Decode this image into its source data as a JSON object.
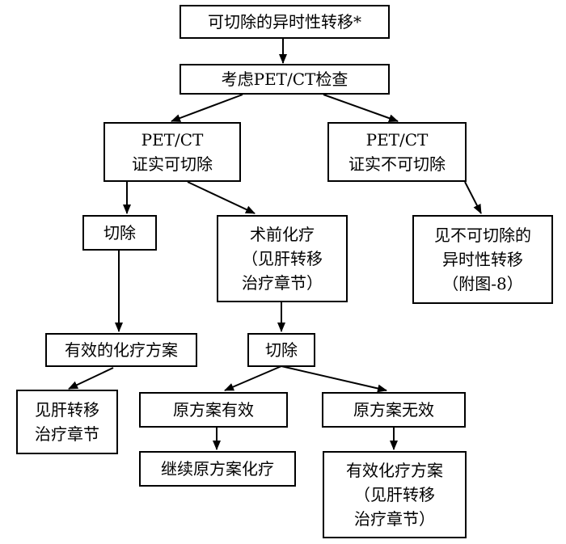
{
  "nodes": {
    "start": {
      "lines": [
        "可切除的异时性转移*"
      ]
    },
    "petct_check": {
      "lines": [
        "考虑PET/CT检查"
      ]
    },
    "petct_resectable": {
      "lines": [
        "PET/CT",
        "证实可切除"
      ]
    },
    "petct_unresectable": {
      "lines": [
        "PET/CT",
        "证实不可切除"
      ]
    },
    "resect_1": {
      "lines": [
        "切除"
      ]
    },
    "neoadjuvant": {
      "lines": [
        "术前化疗",
        "（见肝转移",
        "治疗章节）"
      ]
    },
    "see_unresectable": {
      "lines": [
        "见不可切除的",
        "异时性转移",
        "（附图-8）"
      ]
    },
    "effective_regimen": {
      "lines": [
        "有效的化疗方案"
      ]
    },
    "resect_2": {
      "lines": [
        "切除"
      ]
    },
    "see_liver_1": {
      "lines": [
        "见肝转移",
        "治疗章节"
      ]
    },
    "original_effective": {
      "lines": [
        "原方案有效"
      ]
    },
    "original_ineffective": {
      "lines": [
        "原方案无效"
      ]
    },
    "continue_original": {
      "lines": [
        "继续原方案化疗"
      ]
    },
    "effective_regimen_2": {
      "lines": [
        "有效化疗方案",
        "（见肝转移",
        "治疗章节）"
      ]
    }
  }
}
